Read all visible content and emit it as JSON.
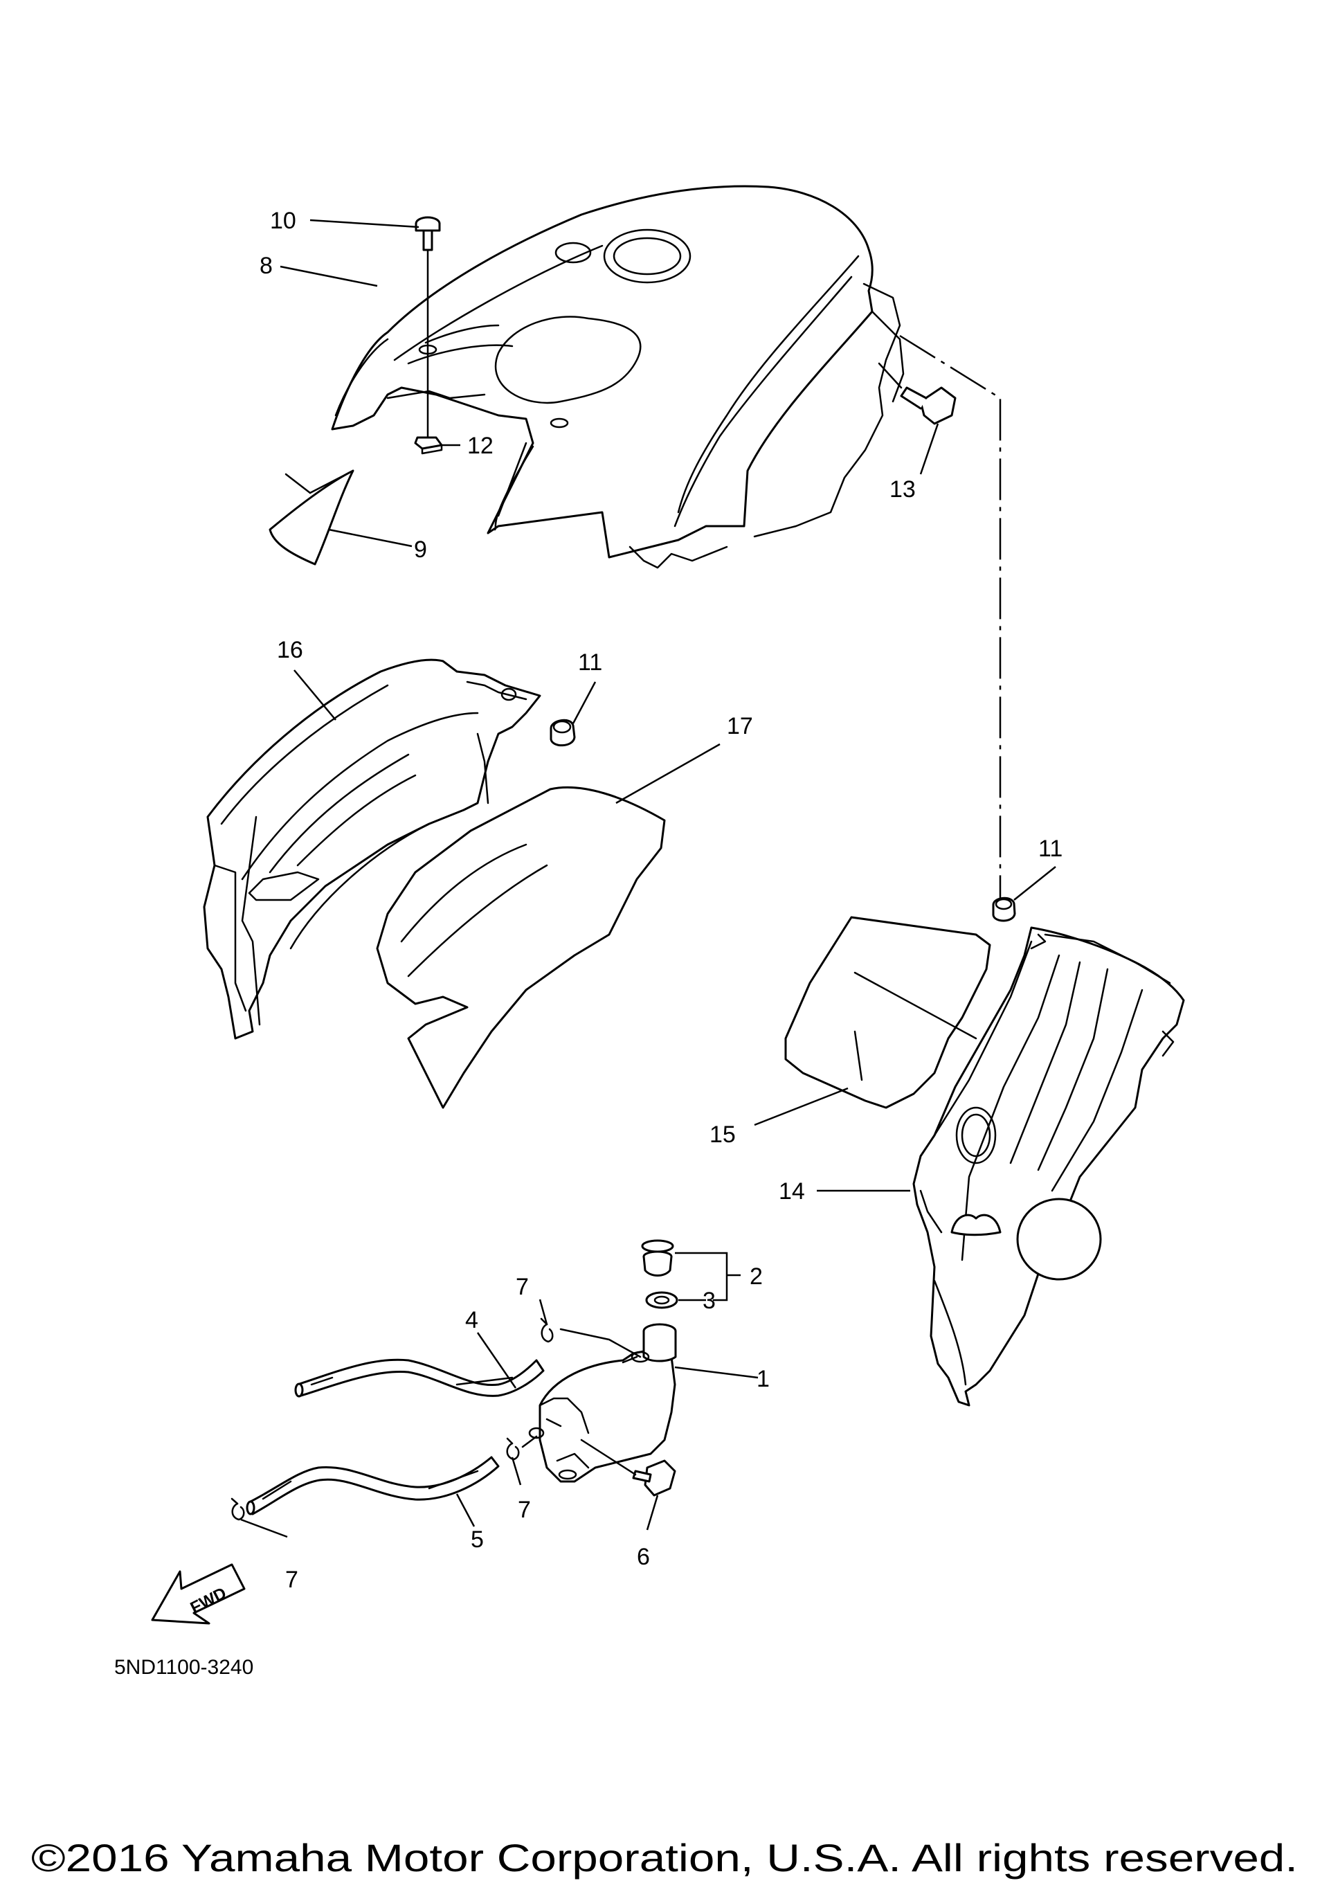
{
  "diagram": {
    "callouts": {
      "c1": "1",
      "c2": "2",
      "c3": "3",
      "c4": "4",
      "c5": "5",
      "c6": "6",
      "c7a": "7",
      "c7b": "7",
      "c7c": "7",
      "c8": "8",
      "c9": "9",
      "c10": "10",
      "c11a": "11",
      "c11b": "11",
      "c12": "12",
      "c13": "13",
      "c14": "14",
      "c15": "15",
      "c16": "16",
      "c17": "17"
    },
    "fwd_label": "FWD",
    "diagram_code": "5ND1100-3240"
  },
  "footer": {
    "copyright": "©2016 Yamaha Motor Corporation, U.S.A. All rights reserved."
  }
}
